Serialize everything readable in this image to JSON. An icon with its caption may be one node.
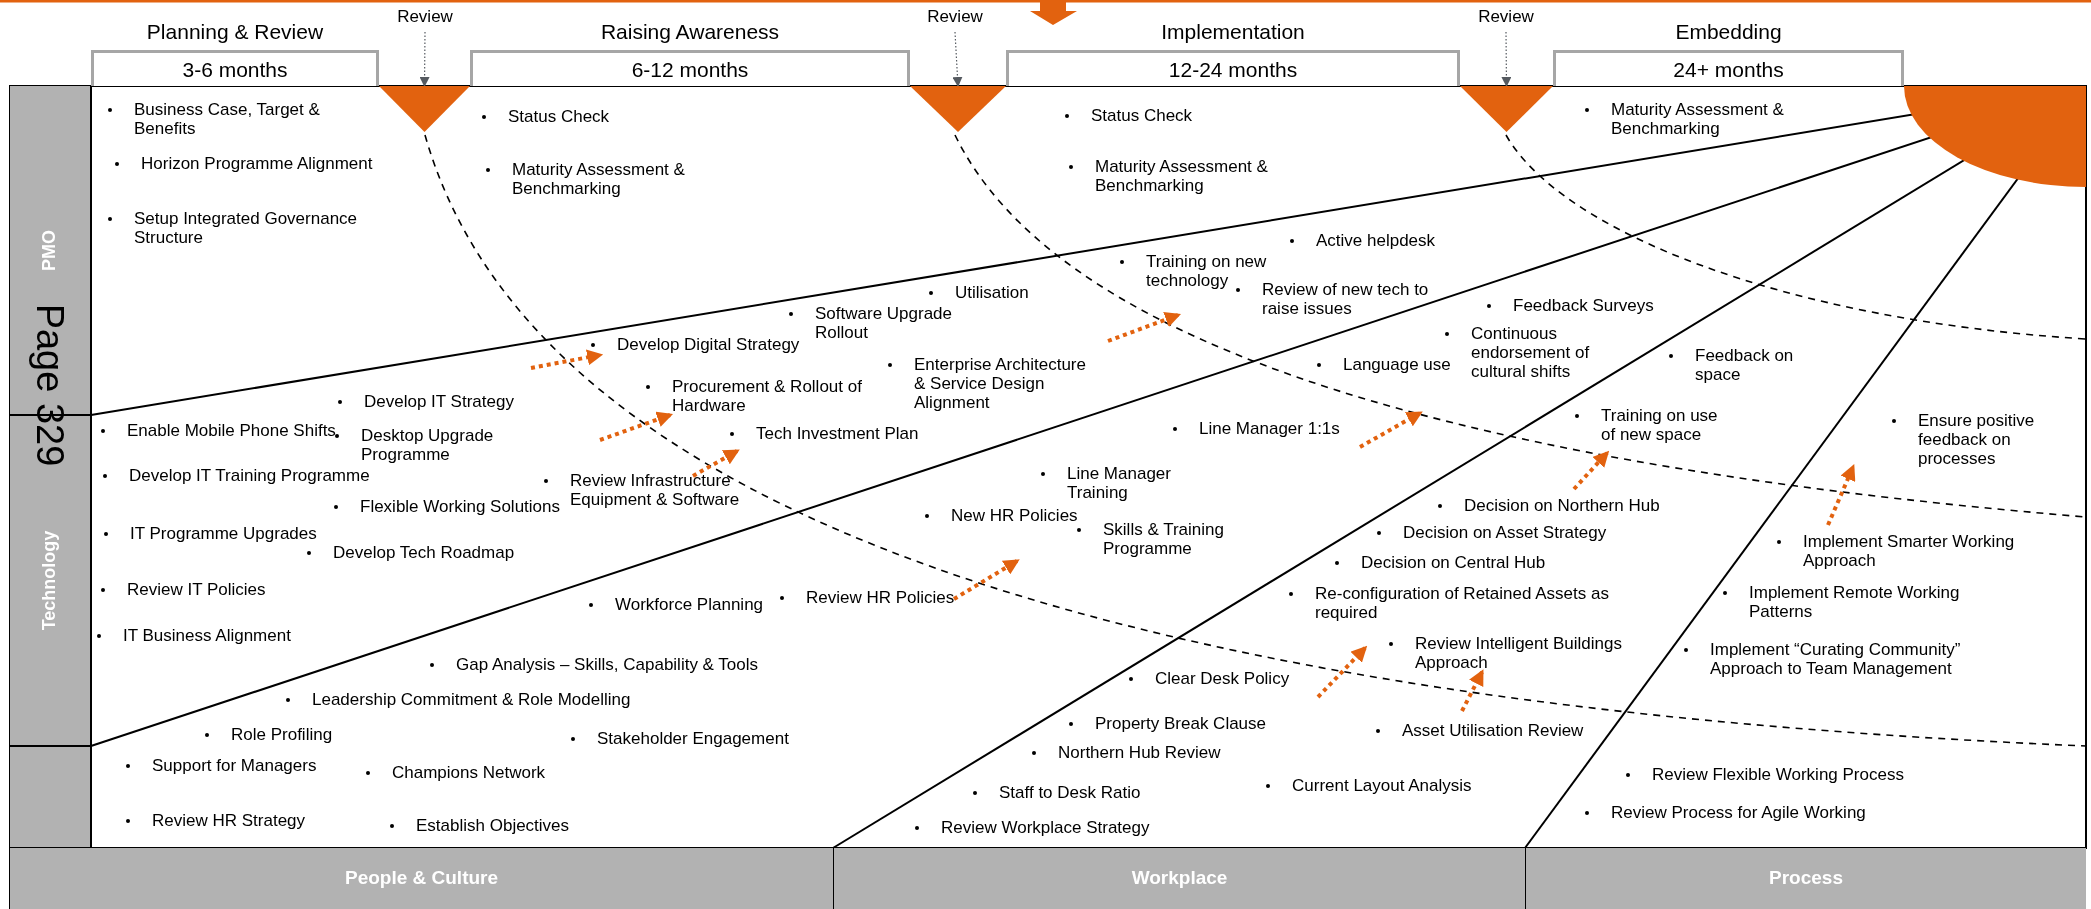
{
  "diagram": {
    "nodes": [
      {
        "text": [
          "Planning & Review",
          "3-6 months"
        ]
      },
      {
        "text": [
          "Raising Awareness",
          "6-12 months"
        ]
      },
      {
        "text": [
          "Implementation",
          "12-24 months"
        ]
      },
      {
        "text": [
          "Embedding",
          "24+ months"
        ]
      },
      {
        "text": [
          "Review"
        ]
      },
      {
        "text": [
          "Review"
        ]
      },
      {
        "text": [
          "Review"
        ]
      },
      {
        "text": [],
        "shape": "triangle"
      },
      {
        "text": [],
        "shape": "triangle"
      },
      {
        "text": [],
        "shape": "triangle"
      },
      {
        "text": [
          "PMO"
        ]
      },
      {
        "text": [
          "Technology"
        ]
      },
      {
        "text": [],
        "shape": "box"
      },
      {
        "text": [
          "People & Culture"
        ]
      },
      {
        "text": [
          "Workplace"
        ]
      },
      {
        "text": [
          "Process"
        ]
      }
    ],
    "edges": [
      {
        "from": 4,
        "to": 7,
        "arrow": "to"
      },
      {
        "from": 5,
        "to": 8,
        "arrow": "to"
      },
      {
        "from": 6,
        "to": 9,
        "arrow": "to"
      }
    ],
    "labels": [
      "Page 329",
      "Business Case, Target & Benefits",
      "Status Check",
      "Status Check",
      "Maturity Assessment & Benchmarking",
      "Horizon Programme Alignment",
      "Maturity Assessment & Benchmarking",
      "Maturity Assessment & Benchmarking",
      "Setup Integrated Governance Structure",
      "Active helpdesk",
      "Training on new technology",
      "Review of new tech to raise issues",
      "Utilisation",
      "Feedback Surveys",
      "Software Upgrade Rollout",
      "Continuous endorsement of cultural shifts",
      "Develop Digital Strategy",
      "Feedback on space",
      "Enterprise Architecture & Service Design Alignment",
      "Language use",
      "Procurement & Rollout of Hardware",
      "Develop IT Strategy",
      "Training on use of new space",
      "Ensure positive feedback on processes",
      "Line Manager 1:1s",
      "Enable Mobile Phone Shifts",
      "Tech Investment Plan",
      "Desktop Upgrade Programme",
      "Line Manager Training",
      "Develop IT Training Programme",
      "Review Infrastructure Equipment & Software",
      "Decision on Northern Hub",
      "Flexible Working Solutions",
      "New HR Policies",
      "Skills & Training Programme",
      "Decision on Asset Strategy",
      "IT Programme Upgrades",
      "Implement Smarter Working Approach",
      "Develop Tech Roadmap",
      "Decision on Central Hub",
      "Review IT Policies",
      "Implement Remote Working Patterns",
      "Re-configuration of Retained Assets as required",
      "Review HR Policies",
      "Workforce Planning",
      "IT Business Alignment",
      "Review Intelligent Buildings Approach",
      "Implement “Curating Community” Approach to Team Management",
      "Gap Analysis – Skills, Capability & Tools",
      "Clear Desk Policy",
      "Leadership Commitment & Role Modelling",
      "Property Break Clause",
      "Asset Utilisation Review",
      "Role Profiling",
      "Stakeholder Engagement",
      "Northern Hub Review",
      "Support for Managers",
      "Champions Network",
      "Review Flexible Working Process",
      "Current Layout Analysis",
      "Staff to Desk Ratio",
      "Review Process for Agile Working",
      "Review HR Strategy",
      "Review Workplace Strategy",
      "Establish Objectives"
    ]
  }
}
